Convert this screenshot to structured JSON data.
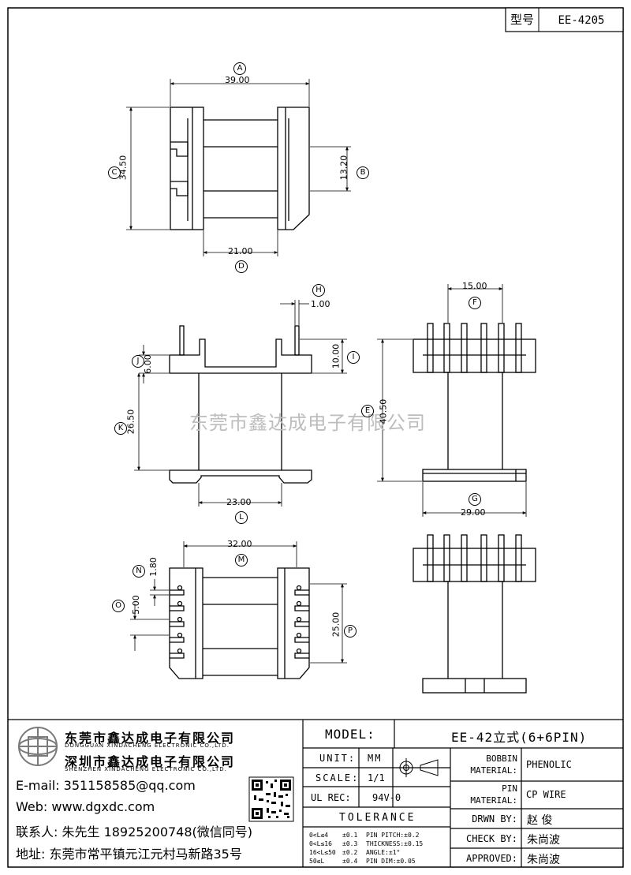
{
  "header": {
    "type_label": "型号",
    "type_value": "EE-4205"
  },
  "watermark": "东莞市鑫达成电子有限公司",
  "dimensions": {
    "A": {
      "letter": "A",
      "value": "39.00"
    },
    "B": {
      "letter": "B",
      "value": "13.20"
    },
    "C": {
      "letter": "C",
      "value": "34.50"
    },
    "D": {
      "letter": "D",
      "value": "21.00"
    },
    "E": {
      "letter": "E",
      "value": "40.50"
    },
    "F": {
      "letter": "F",
      "value": "15.00"
    },
    "G": {
      "letter": "G",
      "value": "29.00"
    },
    "H": {
      "letter": "H",
      "value": "1.00"
    },
    "I": {
      "letter": "I",
      "value": "10.00"
    },
    "J": {
      "letter": "J",
      "value": "6.00"
    },
    "K": {
      "letter": "K",
      "value": "26.50"
    },
    "L": {
      "letter": "L",
      "value": "23.00"
    },
    "M": {
      "letter": "M",
      "value": "32.00"
    },
    "N": {
      "letter": "N",
      "value": "1.80"
    },
    "O": {
      "letter": "O",
      "value": "5.00"
    },
    "P": {
      "letter": "P",
      "value": "25.00"
    }
  },
  "company": {
    "cn1": "东莞市鑫达成电子有限公司",
    "en1": "DONGGUAN XINDACHENG ELECTRONIC CO.,LTD.",
    "cn2": "深圳市鑫达成电子有限公司",
    "en2": "SHENZHEN XINDACHENG ELECTRONIC CO.,LTD.",
    "email": "E-mail: 351158585@qq.com",
    "web": "Web: www.dgxdc.com",
    "contact": "联系人: 朱先生 18925200748(微信同号)",
    "address": "地址: 东莞市常平镇元江元村马新路35号"
  },
  "title_block": {
    "model_label": "MODEL:",
    "model_value": "EE-42立式(6+6PIN)",
    "unit_label": "UNIT:",
    "unit_value": "MM",
    "scale_label": "SCALE:",
    "scale_value": "1/1",
    "ul_label": "UL REC:",
    "ul_value": "94V-0",
    "tolerance_label": "TOLERANCE",
    "bobbin_label_1": "BOBBIN",
    "bobbin_label_2": "MATERIAL:",
    "bobbin_value": "PHENOLIC",
    "pin_label_1": "PIN",
    "pin_label_2": "MATERIAL:",
    "pin_value": "CP WIRE",
    "drawn_label": "DRWN BY:",
    "drawn_value": "赵  俊",
    "check_label": "CHECK BY:",
    "check_value": "朱尚波",
    "approved_label": "APPROVED:",
    "approved_value": "朱尚波",
    "tolerances": [
      {
        "range": "0<L≤4",
        "tol": "±0.1",
        "spec": "PIN PITCH:±0.2"
      },
      {
        "range": "0<L≤16",
        "tol": "±0.3",
        "spec": "THICKNESS:±0.15"
      },
      {
        "range": "16<L≤50",
        "tol": "±0.2",
        "spec": "ANGLE:±1°"
      },
      {
        "range": "50≤L",
        "tol": "±0.4",
        "spec": "PIN DIM:±0.05"
      }
    ]
  }
}
